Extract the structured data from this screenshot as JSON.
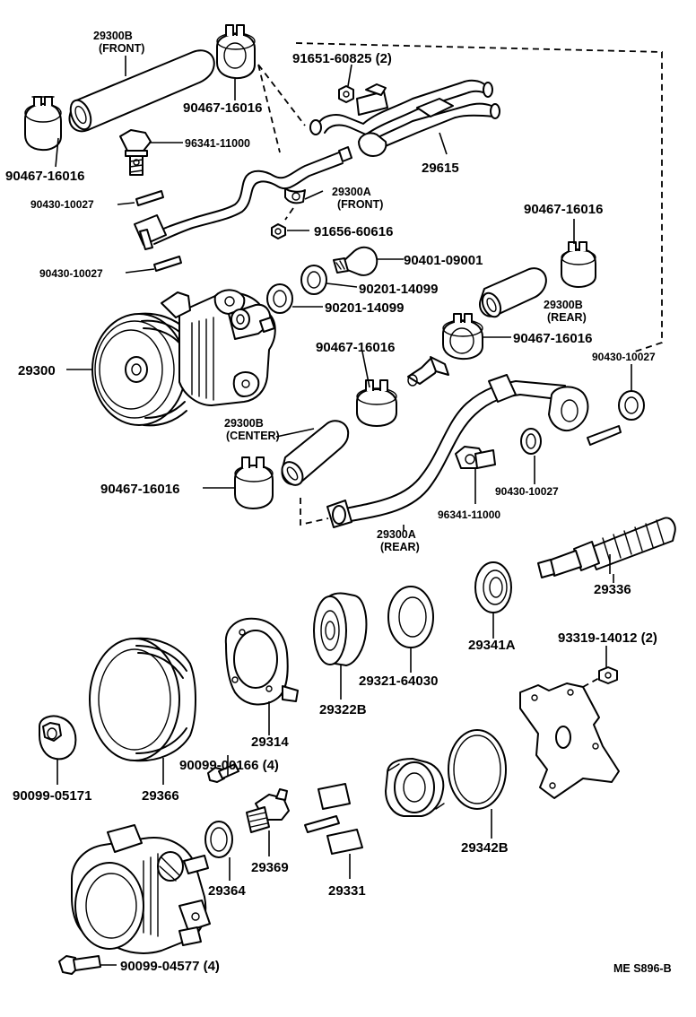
{
  "labels": {
    "l29300b_front": "29300B",
    "l29300b_front_sub": "(FRONT)",
    "l91651": "91651-60825 (2)",
    "l90467_a": "90467-16016",
    "l90467_b": "90467-16016",
    "l96341_a": "96341-11000",
    "l29615": "29615",
    "l90430_a": "90430-10027",
    "l29300a_front": "29300A",
    "l29300a_front_sub": "(FRONT)",
    "l91656": "91656-60616",
    "l90467_c": "90467-16016",
    "l90430_b": "90430-10027",
    "l90401": "90401-09001",
    "l90201_a": "90201-14099",
    "l90201_b": "90201-14099",
    "l29300b_rear": "29300B",
    "l29300b_rear_sub": "(REAR)",
    "l29300": "29300",
    "l90467_d": "90467-16016",
    "l90467_e": "90467-16016",
    "l90430_c": "90430-10027",
    "l29300b_center": "29300B",
    "l29300b_center_sub": "(CENTER)",
    "l90467_f": "90467-16016",
    "l90430_d": "90430-10027",
    "l96341_b": "96341-11000",
    "l29300a_rear": "29300A",
    "l29300a_rear_sub": "(REAR)",
    "l29336": "29336",
    "l29341a": "29341A",
    "l93319": "93319-14012 (2)",
    "l29321": "29321-64030",
    "l29322b": "29322B",
    "l29314": "29314",
    "l90099_00166": "90099-00166 (4)",
    "l90099_05171": "90099-05171",
    "l29366": "29366",
    "l29342b": "29342B",
    "l29369": "29369",
    "l29364": "29364",
    "l29331": "29331",
    "l90099_04577": "90099-04577 (4)",
    "code": "ME S896-B"
  }
}
